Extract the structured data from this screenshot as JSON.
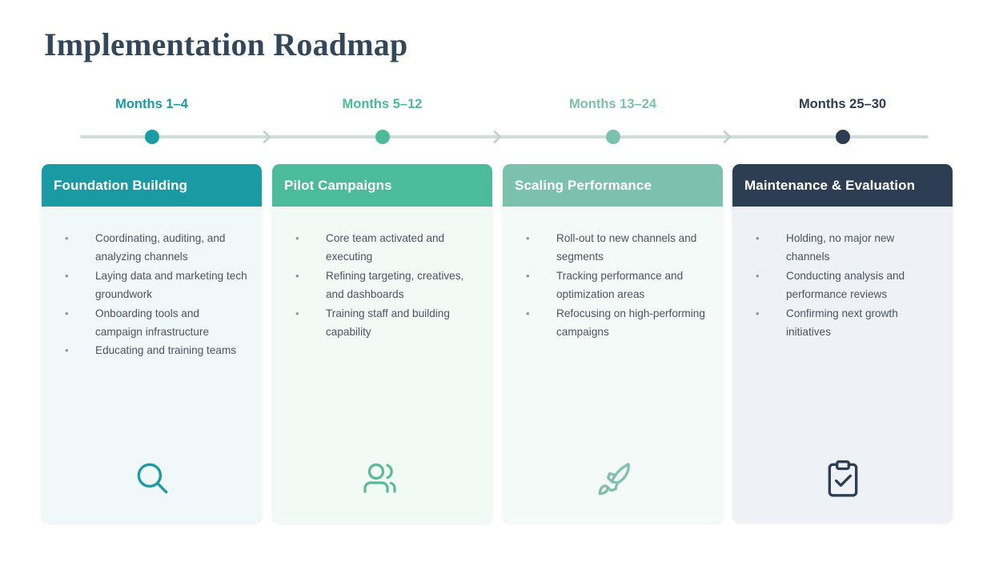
{
  "title": "Implementation Roadmap",
  "colors": {
    "title": "#33475b",
    "track": "#cfdcdb",
    "arrow": "#c2cfd4",
    "body_text": "#4a5460",
    "bullet": "#8a95a1"
  },
  "timeline": [
    {
      "label": "Months 1–4",
      "color": "#1a9ba4"
    },
    {
      "label": "Months 5–12",
      "color": "#4cbb9b"
    },
    {
      "label": "Months 13–24",
      "color": "#7cc0ae"
    },
    {
      "label": "Months 25–30",
      "color": "#2e3e52"
    }
  ],
  "cards": [
    {
      "title": "Foundation Building",
      "header_color": "#1a9ba4",
      "body_color": "#f1f8f9",
      "icon": "magnifier-icon",
      "icon_color": "#1a9ba4",
      "bullets": [
        "Coordinating, auditing, and analyzing channels",
        "Laying data and marketing tech groundwork",
        "Onboarding tools and campaign infrastructure",
        "Educating and training teams"
      ]
    },
    {
      "title": "Pilot Campaigns",
      "header_color": "#4cbb9b",
      "body_color": "#f2faf6",
      "icon": "users-icon",
      "icon_color": "#5bb89b",
      "bullets": [
        "Core team activated and executing",
        "Refining targeting, creatives, and dashboards",
        "Training staff and building capability"
      ]
    },
    {
      "title": "Scaling Performance",
      "header_color": "#7cc0ae",
      "body_color": "#f3faf7",
      "icon": "rocket-icon",
      "icon_color": "#82bfac",
      "bullets": [
        "Roll-out to new channels and segments",
        "Tracking performance and optimization areas",
        "Refocusing on high-performing campaigns"
      ]
    },
    {
      "title": "Maintenance & Evaluation",
      "header_color": "#2e3e52",
      "body_color": "#eef1f5",
      "icon": "clipboard-check-icon",
      "icon_color": "#2e3e52",
      "bullets": [
        "Holding, no major new channels",
        "Conducting analysis and performance reviews",
        "Confirming next growth initiatives"
      ]
    }
  ]
}
